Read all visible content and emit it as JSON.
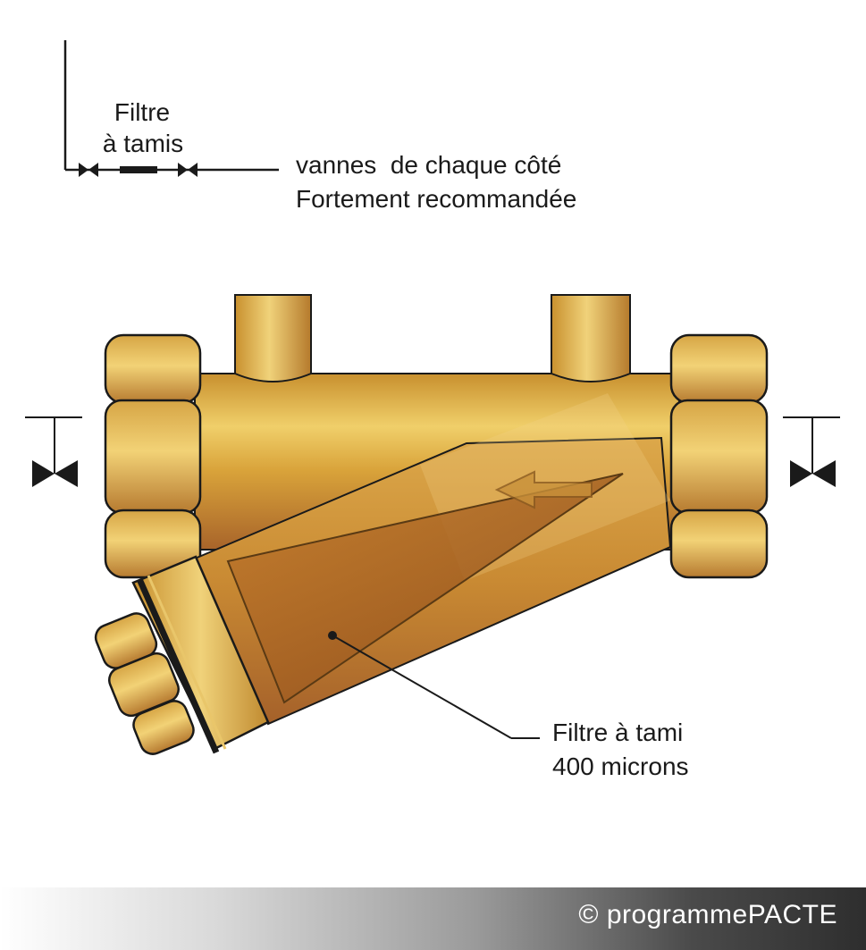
{
  "schema": {
    "filter_label_line1": "Filtre",
    "filter_label_line2": "à tamis",
    "note_line1": "vannes  de chaque côté",
    "note_line2": "Fortement recommandée"
  },
  "callout": {
    "line1": "Filtre à tami",
    "line2": "400 microns"
  },
  "footer": {
    "copyright": "© programmePACTE"
  },
  "colors": {
    "brass_light": "#f0cf6a",
    "brass_mid": "#d9a33a",
    "brass_dark": "#a8642a",
    "outline": "#1a1a1a"
  }
}
